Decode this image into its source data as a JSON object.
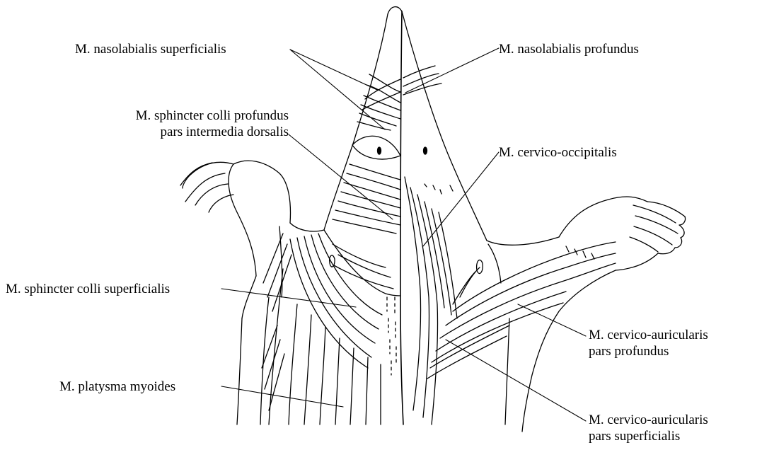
{
  "labels": {
    "nasolabialis_superficialis": "M. nasolabialis superficialis",
    "nasolabialis_profundus": "M. nasolabialis profundus",
    "sphincter_colli_profundus_line1": "M. sphincter colli profundus",
    "sphincter_colli_profundus_line2": "pars intermedia dorsalis",
    "cervico_occipitalis": "M. cervico-occipitalis",
    "sphincter_colli_superficialis": "M. sphincter colli superficialis",
    "cervico_auricularis_profundus_line1": "M. cervico-auricularis",
    "cervico_auricularis_profundus_line2": "pars profundus",
    "platysma_myoides": "M. platysma myoides",
    "cervico_auricularis_superficialis_line1": "M. cervico-auricularis",
    "cervico_auricularis_superficialis_line2": "pars superficialis"
  },
  "colors": {
    "ink": "#000000",
    "background": "#ffffff"
  }
}
